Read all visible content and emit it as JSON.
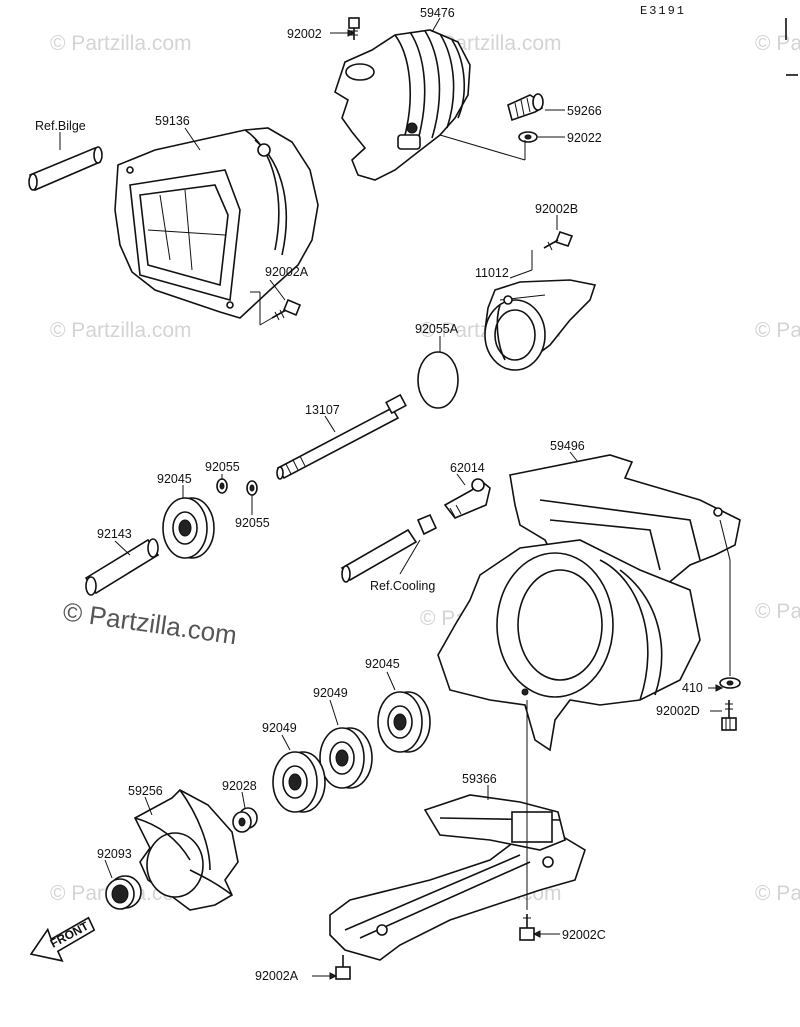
{
  "diagram_code": "E3191",
  "watermark_text": "© Partzilla.com",
  "front_label": "FRONT",
  "parts": {
    "p92002_top": "92002",
    "p59476": "59476",
    "p59266": "59266",
    "p92022": "92022",
    "ref_bilge": "Ref.Bilge",
    "p59136": "59136",
    "p92002B": "92002B",
    "p11012": "11012",
    "p92002A_upper": "92002A",
    "p92055A": "92055A",
    "p13107": "13107",
    "p92055_a": "92055",
    "p92055_b": "92055",
    "p92045_upper": "92045",
    "p92143": "92143",
    "p62014": "62014",
    "p59496": "59496",
    "ref_cooling": "Ref.Cooling",
    "p92045_lower": "92045",
    "p92049_a": "92049",
    "p92049_b": "92049",
    "p410": "410",
    "p92002D": "92002D",
    "p59256": "59256",
    "p92028": "92028",
    "p59366": "59366",
    "p92093": "92093",
    "p92002C": "92002C",
    "p92002A_lower": "92002A"
  }
}
